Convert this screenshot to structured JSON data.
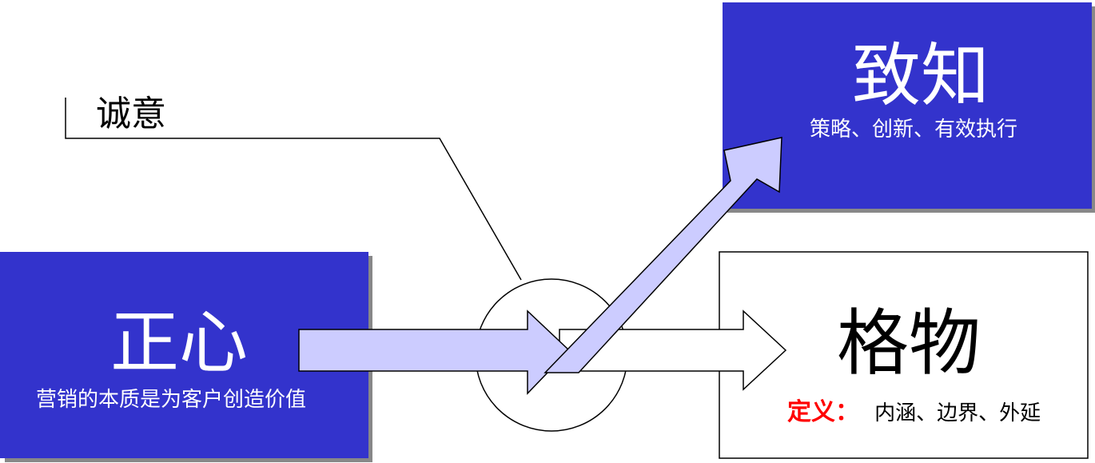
{
  "colors": {
    "box_blue": "#3333cc",
    "arrow_fill": "#ccccff",
    "shadow": "#888888",
    "highlight_red": "#ff0000"
  },
  "chengyi": {
    "label": "诚意"
  },
  "zhengxin": {
    "title": "正心",
    "subtitle": "营销的本质是为客户创造价值"
  },
  "zhizhi": {
    "title": "致知",
    "subtitle": "策略、创新、有效执行"
  },
  "gewu": {
    "title": "格物",
    "definition_label": "定义：",
    "definition_text": "内涵、边界、外延"
  }
}
